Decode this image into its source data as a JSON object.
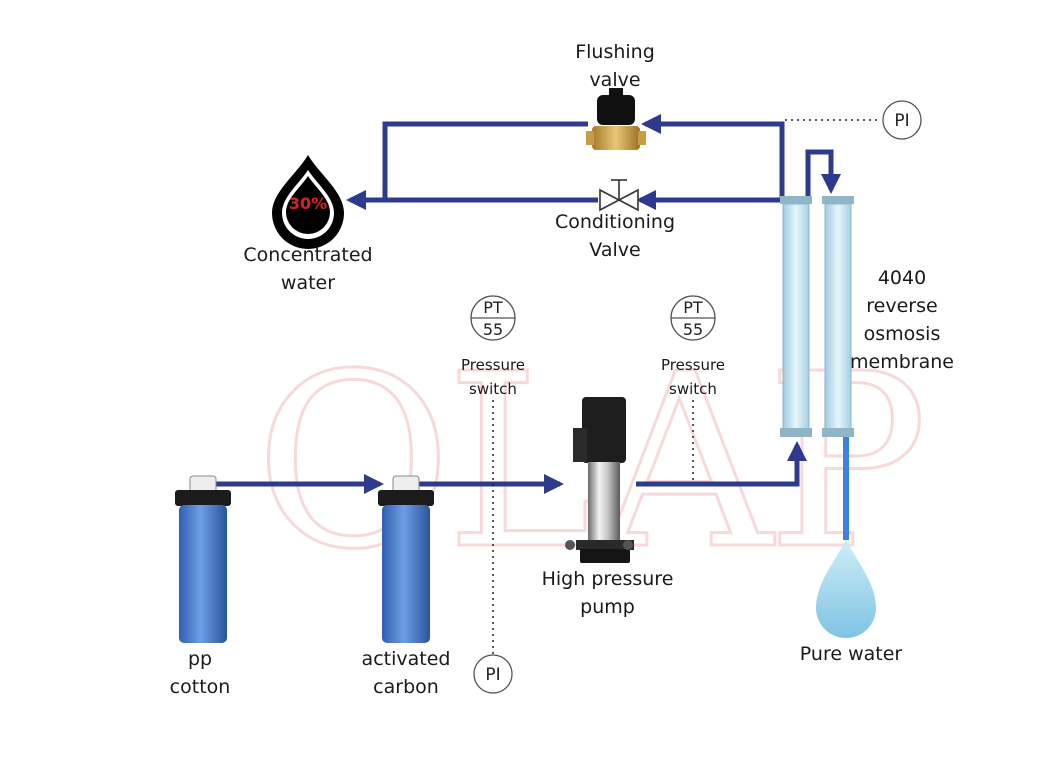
{
  "watermark": "OLAP",
  "colors": {
    "pipe": "#2e3a8c",
    "pure_water_pipe": "#3b82e6",
    "filter_blue": "#4a7fd0",
    "membrane": "#bfe0ec",
    "concentrate_text": "#e0201c"
  },
  "components": {
    "flushing_valve": {
      "label": "Flushing\nvalve"
    },
    "conditioning_valve": {
      "label": "Conditioning\nValve"
    },
    "concentrated_water": {
      "label": "Concentrated\nwater",
      "percent": "30%"
    },
    "membrane": {
      "label": "4040\nreverse\nosmosis\nmembrane"
    },
    "pp_cotton": {
      "label": "pp\ncotton"
    },
    "activated_carbon": {
      "label": "activated\ncarbon"
    },
    "pump": {
      "label": "High pressure\npump"
    },
    "pure_water": {
      "label": "Pure water"
    }
  },
  "gauges": {
    "pt1": {
      "top": "PT",
      "bottom": "55",
      "caption": "Pressure\nswitch"
    },
    "pt2": {
      "top": "PT",
      "bottom": "55",
      "caption": "Pressure\nswitch"
    },
    "pi_top": {
      "text": "PI"
    },
    "pi_bottom": {
      "text": "PI"
    }
  }
}
